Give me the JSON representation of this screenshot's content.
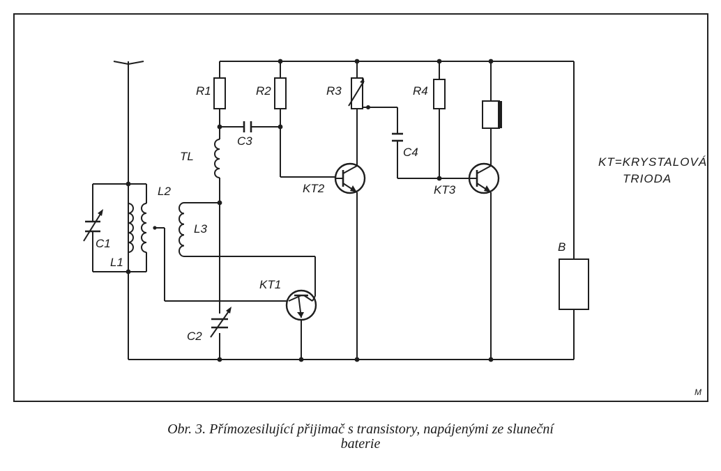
{
  "diagram": {
    "labels": {
      "r1": "R1",
      "r2": "R2",
      "r3": "R3",
      "r4": "R4",
      "c1": "C1",
      "c2": "C2",
      "c3": "C3",
      "c4": "C4",
      "l1": "L1",
      "l2": "L2",
      "l3": "L3",
      "tl": "TL",
      "kt1": "KT1",
      "kt2": "KT2",
      "kt3": "KT3",
      "b": "B"
    },
    "legend_line1": "KT=KRYSTALOVÁ",
    "legend_line2": "TRIODA",
    "corner_mark": "M"
  },
  "caption": {
    "line1": "Obr. 3. Přímozesilující přijimač s transistory, napájenými ze sluneční",
    "line2": "baterie"
  }
}
